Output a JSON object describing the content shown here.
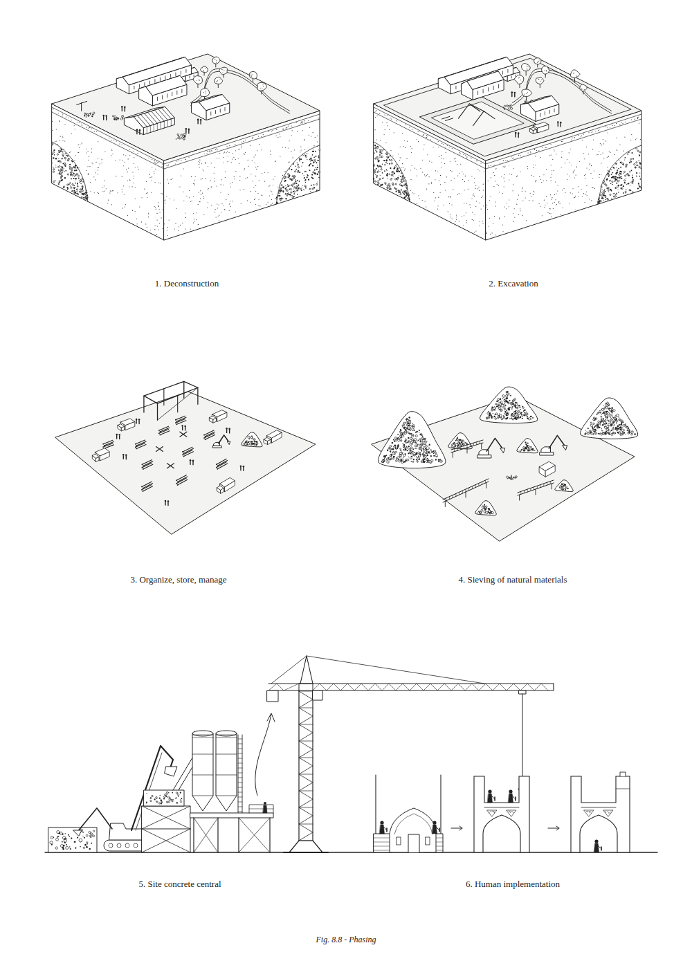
{
  "diagram": {
    "caption": "Fig. 8.8 - Phasing",
    "labels": [
      "1. Deconstruction",
      "2. Excavation",
      "3. Organize, store, manage",
      "4. Sieving of natural materials",
      "5. Site concrete central",
      "6. Human implementation"
    ]
  }
}
